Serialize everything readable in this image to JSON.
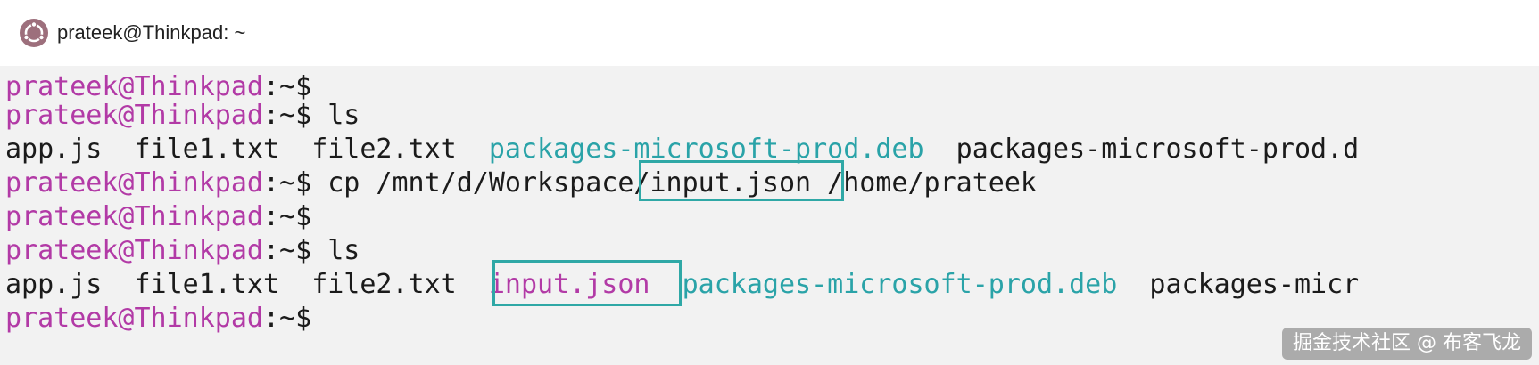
{
  "window": {
    "title": "prateek@Thinkpad: ~",
    "icon": "ubuntu-logo-icon"
  },
  "terminal": {
    "prompt_user": "prateek@Thinkpad",
    "prompt_sep": ":~$",
    "lines": [
      {
        "type": "prompt",
        "command": ""
      },
      {
        "type": "prompt",
        "command": " ls"
      },
      {
        "type": "output",
        "items": [
          "app.js",
          "file1.txt",
          "file2.txt",
          "packages-microsoft-prod.deb",
          "packages-microsoft-prod.d"
        ]
      },
      {
        "type": "prompt",
        "command_parts": [
          " cp /mnt/d/Workspace",
          "/input.json",
          " /home/prateek"
        ]
      },
      {
        "type": "prompt",
        "command": ""
      },
      {
        "type": "prompt",
        "command": " ls"
      },
      {
        "type": "output",
        "items": [
          "app.js",
          "file1.txt",
          "file2.txt",
          "input.json",
          "packages-microsoft-prod.deb",
          "packages-micr"
        ]
      },
      {
        "type": "prompt",
        "command": ""
      }
    ]
  },
  "colors": {
    "prompt": "#b23aa6",
    "package_file": "#2aa3a8",
    "highlight_box": "#2fa8a6"
  },
  "watermark": "掘金技术社区 @ 布客飞龙"
}
